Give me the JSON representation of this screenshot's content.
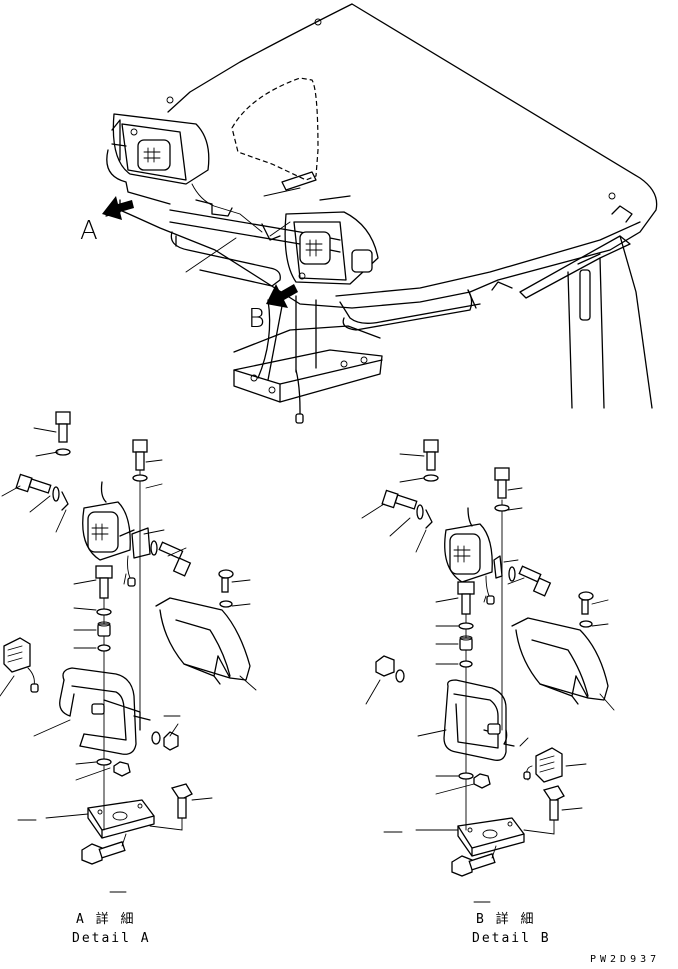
{
  "overview": {
    "view_a_letter": "A",
    "view_b_letter": "B"
  },
  "detail_a": {
    "title_jp": "A 詳 細",
    "title_en": "Detail A"
  },
  "detail_b": {
    "title_jp": "B 詳 細",
    "title_en": "Detail B"
  },
  "drawing_code": "PW2D937"
}
